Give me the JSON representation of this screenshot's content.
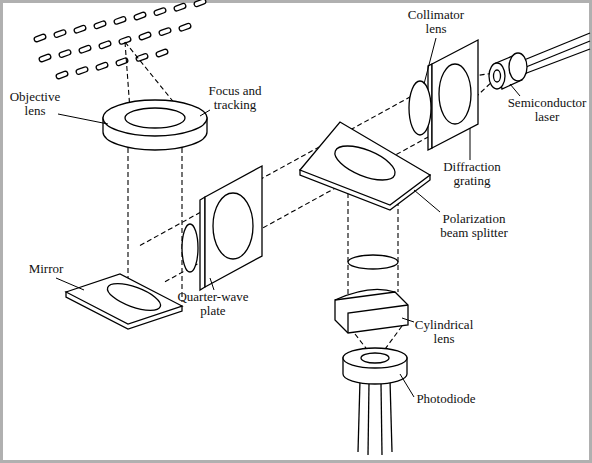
{
  "diagram": {
    "labels": [
      "Collimator lens",
      "Objective lens",
      "Focus and tracking",
      "Semiconductor laser",
      "Diffraction grating",
      "Polarization beam splitter",
      "Mirror",
      "Quarter-wave plate",
      "Cylindrical lens",
      "Photodiode"
    ]
  }
}
